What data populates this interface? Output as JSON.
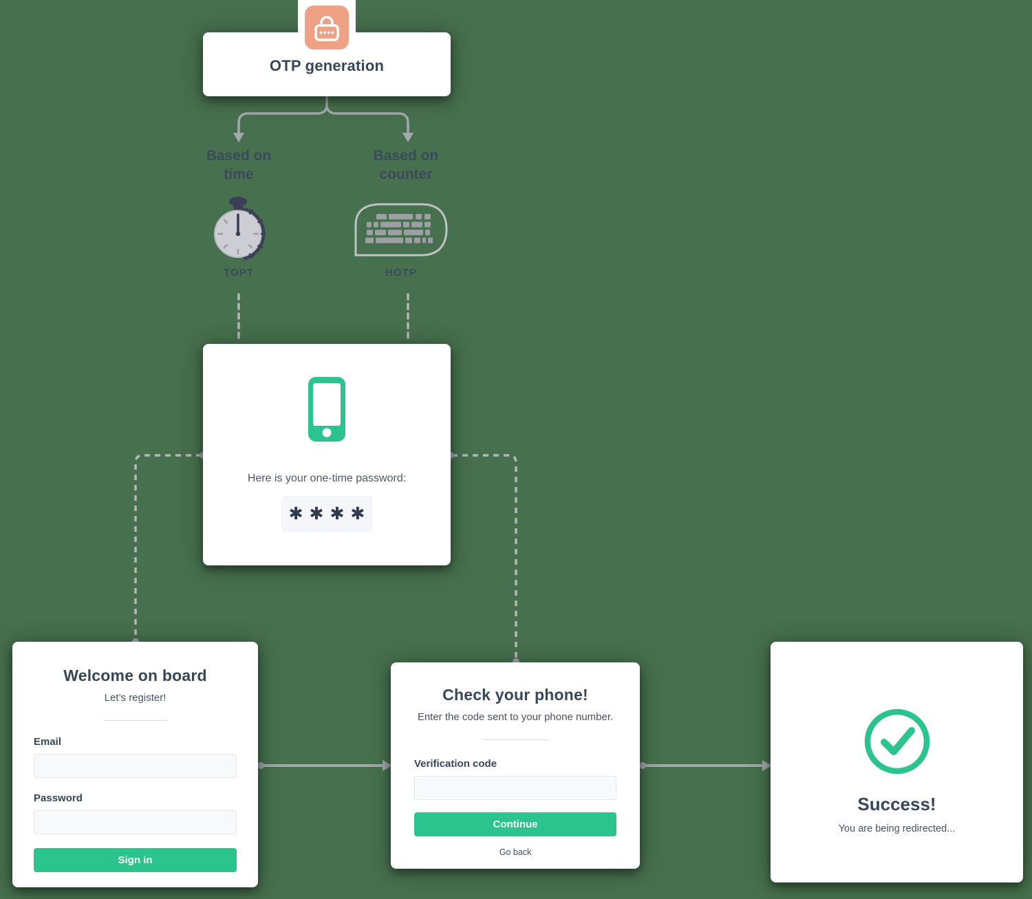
{
  "colors": {
    "background": "#47704e",
    "accent_green": "#2bc48e",
    "icon_orange": "#efa186",
    "text_dark": "#37465a",
    "connector_gray": "#a5a8ab"
  },
  "flow": {
    "root": {
      "title": "OTP generation",
      "icon": "lock-icon"
    },
    "branches": [
      {
        "label": "Based on\ntime",
        "method": "TOPT",
        "icon": "stopwatch-icon"
      },
      {
        "label": "Based on\ncounter",
        "method": "HOTP",
        "icon": "keyboard-icon"
      }
    ],
    "otp_card": {
      "icon": "phone-icon",
      "message": "Here is your one-time password:",
      "code_masked": "✱✱✱✱"
    }
  },
  "register_card": {
    "title": "Welcome on board",
    "subtitle": "Let’s register!",
    "fields": [
      {
        "label": "Email",
        "value": ""
      },
      {
        "label": "Password",
        "value": ""
      }
    ],
    "submit_label": "Sign in"
  },
  "verify_card": {
    "title": "Check your phone!",
    "subtitle": "Enter the code sent to your phone number.",
    "fields": [
      {
        "label": "Verification code",
        "value": ""
      }
    ],
    "submit_label": "Continue",
    "back_label": "Go back"
  },
  "success_card": {
    "icon": "check-circle-icon",
    "title": "Success!",
    "subtitle": "You are being redirected..."
  }
}
